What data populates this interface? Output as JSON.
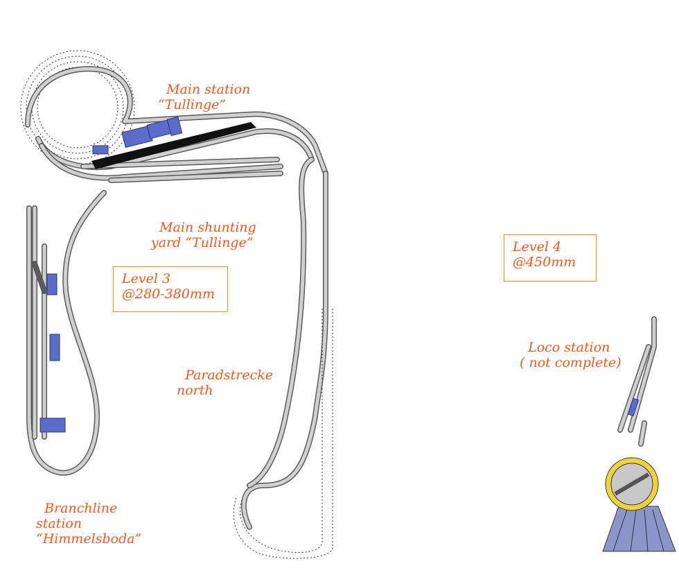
{
  "colors": {
    "track_fill": "#c8c8c8",
    "track_edge": "#5a5a5a",
    "label": "#ee5a1e",
    "box_border": "#f08a24",
    "building": "#5b6cc9",
    "platform": "#111111",
    "turntable_ring": "#f2d23c"
  },
  "labels": {
    "main_station": [
      "Main station",
      "“Tullinge”"
    ],
    "shunting_yard": [
      "Main shunting",
      "yard “Tullinge”"
    ],
    "paradstrecke": [
      "Paradstrecke",
      "north"
    ],
    "branchline": [
      "Branchline",
      "station",
      "“Himmelsboda”"
    ],
    "loco_station": [
      "Loco station",
      "( not complete)"
    ]
  },
  "level_boxes": {
    "level3": [
      "Level 3",
      "@280-380mm"
    ],
    "level4": [
      "Level 4",
      "@450mm"
    ]
  }
}
